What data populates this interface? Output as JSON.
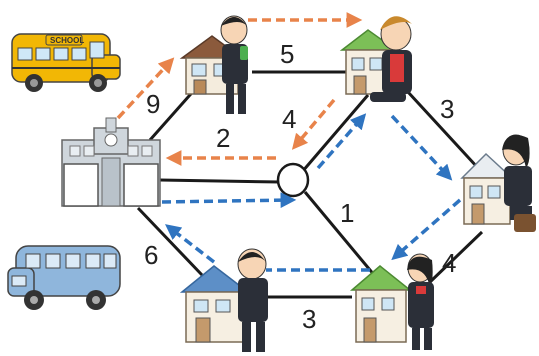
{
  "graph": {
    "edge_weights": {
      "school_houseA": "9",
      "houseA_houseB": "5",
      "houseB_center": "4",
      "school_center": "2",
      "houseB_houseC": "3",
      "center_houseE": "1",
      "school_houseD": "6",
      "houseC_houseE": "4",
      "houseD_houseE": "3"
    }
  },
  "school_bus": {
    "sign": "SCHOOL"
  },
  "colors": {
    "edge": "#1a1a1a",
    "orange_arrow": "#e8834a",
    "blue_arrow": "#2f74c0"
  }
}
